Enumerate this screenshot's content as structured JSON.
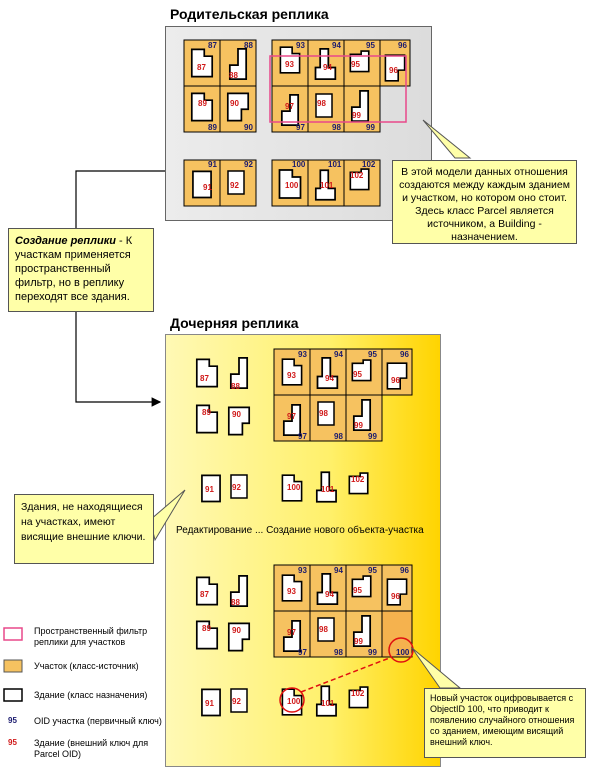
{
  "titles": {
    "parent": "Родительская реплика",
    "child": "Дочерняя реплика"
  },
  "notes": {
    "relationship": "В этой модели данных отношения создаются между каждым зданием и участком, но котором оно стоит. Здесь класс Parcel является источником, а Building - назначением.",
    "creation_bold": "Создание реплики",
    "creation_rest": " - К участкам применяется пространственный фильтр, но в реплику переходят все здания.",
    "orphans": "Здания, не находящиеся на участках, имеют висящие внешние ключи.",
    "new_parcel": "Новый участок оцифровывается с ObjectID 100, что приводит к появлению случайного отношения со зданием, имеющим висящий внешний ключ."
  },
  "editing_caption": "Редактирование ... Создание нового объекта-участка",
  "legend": [
    {
      "kind": "filter",
      "label": "Пространственный фильтр реплики для участков"
    },
    {
      "kind": "parcel",
      "label": "Участок (класс-источник)"
    },
    {
      "kind": "building",
      "label": "Здание (класс назначения)"
    },
    {
      "kind": "parcel_oid",
      "num": "95",
      "label": "OID участка (первичный ключ)"
    },
    {
      "kind": "building_fk",
      "num": "95",
      "label": "Здание (внешний ключ для Parcel OID)"
    }
  ],
  "colors": {
    "parcel": "#f6c260",
    "parcel_new": "#f5b24e",
    "filter": "#e8488a",
    "parcel_num": "#1a1a6e",
    "building_num": "#d01818",
    "arrow": "#000000",
    "dashed": "#e01010"
  },
  "parent_lots": {
    "left_grid": [
      "87",
      "88",
      "89",
      "90"
    ],
    "bottom_left": [
      "91",
      "92"
    ],
    "right_top": [
      "93",
      "94",
      "95",
      "96"
    ],
    "right_mid": [
      "97",
      "98",
      "99"
    ],
    "bottom_right": [
      "100",
      "101",
      "102"
    ]
  },
  "buildings": [
    "87",
    "88",
    "89",
    "90",
    "91",
    "92",
    "93",
    "94",
    "95",
    "96",
    "97",
    "98",
    "99",
    "100",
    "101",
    "102"
  ]
}
